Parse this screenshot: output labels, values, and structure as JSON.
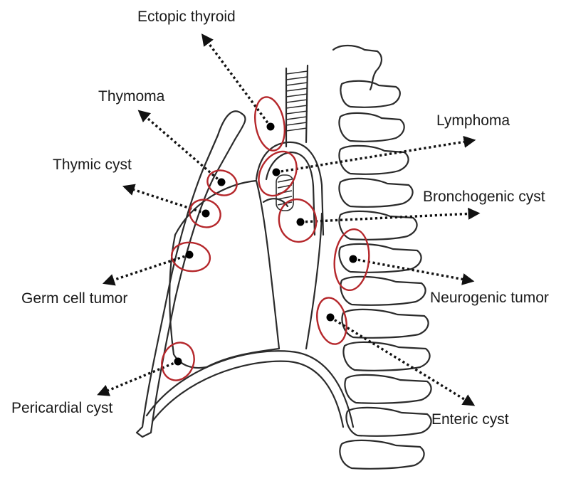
{
  "colors": {
    "oval": "#b5272b",
    "line": "#2b2b2b",
    "label": "#1a1a1a"
  },
  "labels": {
    "ectopic_thyroid": "Ectopic thyroid",
    "thymoma": "Thymoma",
    "thymic_cyst": "Thymic cyst",
    "germ_cell_tumor": "Germ cell tumor",
    "pericardial_cyst": "Pericardial cyst",
    "lymphoma": "Lymphoma",
    "bronchogenic_cyst": "Bronchogenic cyst",
    "neurogenic_tumor": "Neurogenic tumor",
    "enteric_cyst": "Enteric cyst"
  }
}
